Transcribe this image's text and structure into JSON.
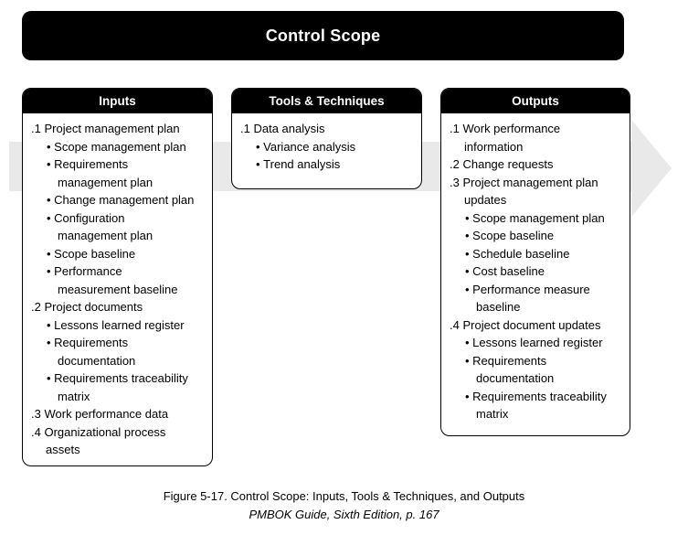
{
  "title": "Control Scope",
  "colors": {
    "banner_bg": "#000000",
    "banner_text": "#ffffff",
    "box_header_bg": "#000000",
    "box_header_text": "#ffffff",
    "box_bg": "#ffffff",
    "box_border": "#000000",
    "arrow_gray": "#e9e9e9",
    "body_text": "#000000",
    "page_bg": "#ffffff"
  },
  "columns": [
    {
      "id": "inputs",
      "header": "Inputs",
      "items": [
        {
          "marker": ".1",
          "lines": [
            "Project management plan"
          ]
        },
        {
          "marker": "•",
          "lines": [
            "Scope management plan"
          ]
        },
        {
          "marker": "•",
          "lines": [
            "Requirements",
            "management plan"
          ]
        },
        {
          "marker": "•",
          "lines": [
            "Change management plan"
          ]
        },
        {
          "marker": "•",
          "lines": [
            "Configuration",
            "management plan"
          ]
        },
        {
          "marker": "•",
          "lines": [
            "Scope baseline"
          ]
        },
        {
          "marker": "•",
          "lines": [
            "Performance",
            "measurement baseline"
          ]
        },
        {
          "marker": ".2",
          "lines": [
            "Project documents"
          ]
        },
        {
          "marker": "•",
          "lines": [
            "Lessons learned register"
          ]
        },
        {
          "marker": "•",
          "lines": [
            "Requirements",
            "documentation"
          ]
        },
        {
          "marker": "•",
          "lines": [
            "Requirements traceability",
            "matrix"
          ]
        },
        {
          "marker": ".3",
          "lines": [
            "Work performance data"
          ]
        },
        {
          "marker": ".4",
          "lines": [
            "Organizational process",
            "assets"
          ]
        }
      ]
    },
    {
      "id": "tools-techniques",
      "header": "Tools & Techniques",
      "items": [
        {
          "marker": ".1",
          "lines": [
            "Data analysis"
          ]
        },
        {
          "marker": "•",
          "lines": [
            "Variance analysis"
          ]
        },
        {
          "marker": "•",
          "lines": [
            "Trend analysis"
          ]
        }
      ]
    },
    {
      "id": "outputs",
      "header": "Outputs",
      "items": [
        {
          "marker": ".1",
          "lines": [
            "Work performance",
            "information"
          ]
        },
        {
          "marker": ".2",
          "lines": [
            "Change requests"
          ]
        },
        {
          "marker": ".3",
          "lines": [
            "Project management plan",
            "updates"
          ]
        },
        {
          "marker": "•",
          "lines": [
            "Scope management plan"
          ]
        },
        {
          "marker": "•",
          "lines": [
            "Scope baseline"
          ]
        },
        {
          "marker": "•",
          "lines": [
            "Schedule baseline"
          ]
        },
        {
          "marker": "•",
          "lines": [
            "Cost baseline"
          ]
        },
        {
          "marker": "•",
          "lines": [
            "Performance measure",
            "baseline"
          ]
        },
        {
          "marker": ".4",
          "lines": [
            "Project document updates"
          ]
        },
        {
          "marker": "•",
          "lines": [
            "Lessons learned register"
          ]
        },
        {
          "marker": "•",
          "lines": [
            "Requirements",
            "documentation"
          ]
        },
        {
          "marker": "•",
          "lines": [
            "Requirements traceability",
            "matrix"
          ]
        }
      ]
    }
  ],
  "caption": {
    "figure_label": "Figure 5-17. Control Scope: Inputs, Tools & Techniques, and Outputs",
    "source": "PMBOK Guide, Sixth Edition, p. 167"
  }
}
